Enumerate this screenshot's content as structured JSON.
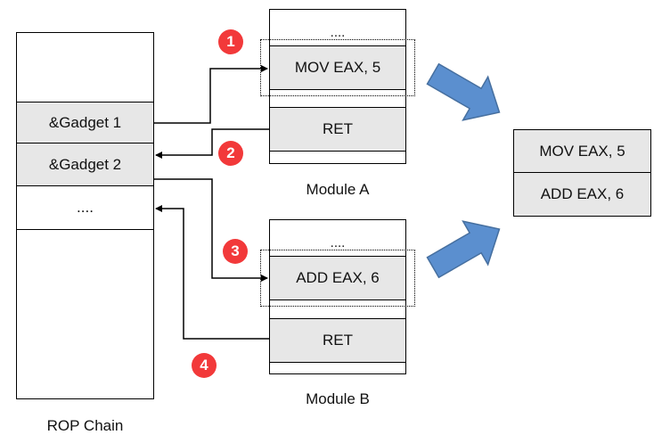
{
  "rop_chain": {
    "caption": "ROP Chain",
    "gadget1": "&Gadget 1",
    "gadget2": "&Gadget 2",
    "ellipsis": "...."
  },
  "module_a": {
    "caption": "Module A",
    "ellipsis": "....",
    "instr": "MOV EAX, 5",
    "ret": "RET"
  },
  "module_b": {
    "caption": "Module B",
    "ellipsis": "....",
    "instr": "ADD EAX, 6",
    "ret": "RET"
  },
  "result": {
    "line1": "MOV EAX, 5",
    "line2": "ADD EAX, 6"
  },
  "steps": [
    "1",
    "2",
    "3",
    "4"
  ],
  "colors": {
    "badge": "#f2393a",
    "big_arrow": "#5b8fcf",
    "cell_fill": "#e7e7e7"
  }
}
